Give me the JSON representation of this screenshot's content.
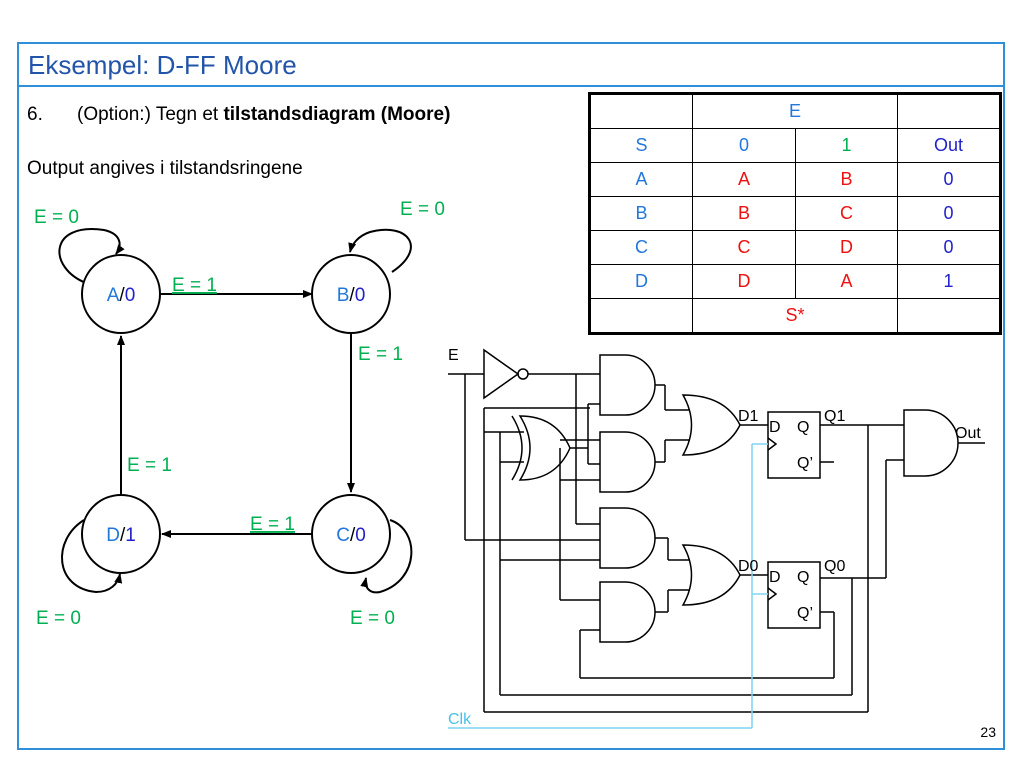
{
  "title": "Eksempel: D-FF Moore",
  "task": {
    "number": "6.",
    "prefix": "(Option:) Tegn et ",
    "bold": "tilstandsdiagram (Moore)"
  },
  "subtext": "Output angives i tilstandsringene",
  "page_number": "23",
  "state_diagram": {
    "states": [
      {
        "name": "A",
        "output": "0"
      },
      {
        "name": "B",
        "output": "0"
      },
      {
        "name": "C",
        "output": "0"
      },
      {
        "name": "D",
        "output": "1"
      }
    ],
    "separator": "/",
    "transitions": [
      {
        "from": "A",
        "to": "A",
        "label": "E = 0"
      },
      {
        "from": "A",
        "to": "B",
        "label": "E = 1"
      },
      {
        "from": "B",
        "to": "B",
        "label": "E = 0"
      },
      {
        "from": "B",
        "to": "C",
        "label": "E = 1"
      },
      {
        "from": "C",
        "to": "C",
        "label": "E = 0"
      },
      {
        "from": "C",
        "to": "D",
        "label": "E = 1"
      },
      {
        "from": "D",
        "to": "D",
        "label": "E = 0"
      },
      {
        "from": "D",
        "to": "A",
        "label": "E = 1"
      }
    ]
  },
  "table": {
    "header_top": "E",
    "header": [
      "S",
      "0",
      "1",
      "Out"
    ],
    "rows": [
      [
        "A",
        "A",
        "B",
        "0"
      ],
      [
        "B",
        "B",
        "C",
        "0"
      ],
      [
        "C",
        "C",
        "D",
        "0"
      ],
      [
        "D",
        "D",
        "A",
        "1"
      ]
    ],
    "footer": "S*"
  },
  "circuit": {
    "input_label": "E",
    "clock_label": "Clk",
    "output_label": "Out",
    "ff1": {
      "d_label": "D1",
      "q_label": "Q1",
      "pin_d": "D",
      "pin_q": "Q",
      "pin_qn": "Q’"
    },
    "ff0": {
      "d_label": "D0",
      "q_label": "Q0",
      "pin_d": "D",
      "pin_q": "Q",
      "pin_qn": "Q’"
    }
  },
  "colors": {
    "frame": "#2f8fd8",
    "title": "#2255aa",
    "transition_label": "#00b050",
    "state_name": "#2277dd",
    "state_output": "#2222cc",
    "next_state": "#ee1111",
    "clock_wire": "#7fd3f0"
  }
}
